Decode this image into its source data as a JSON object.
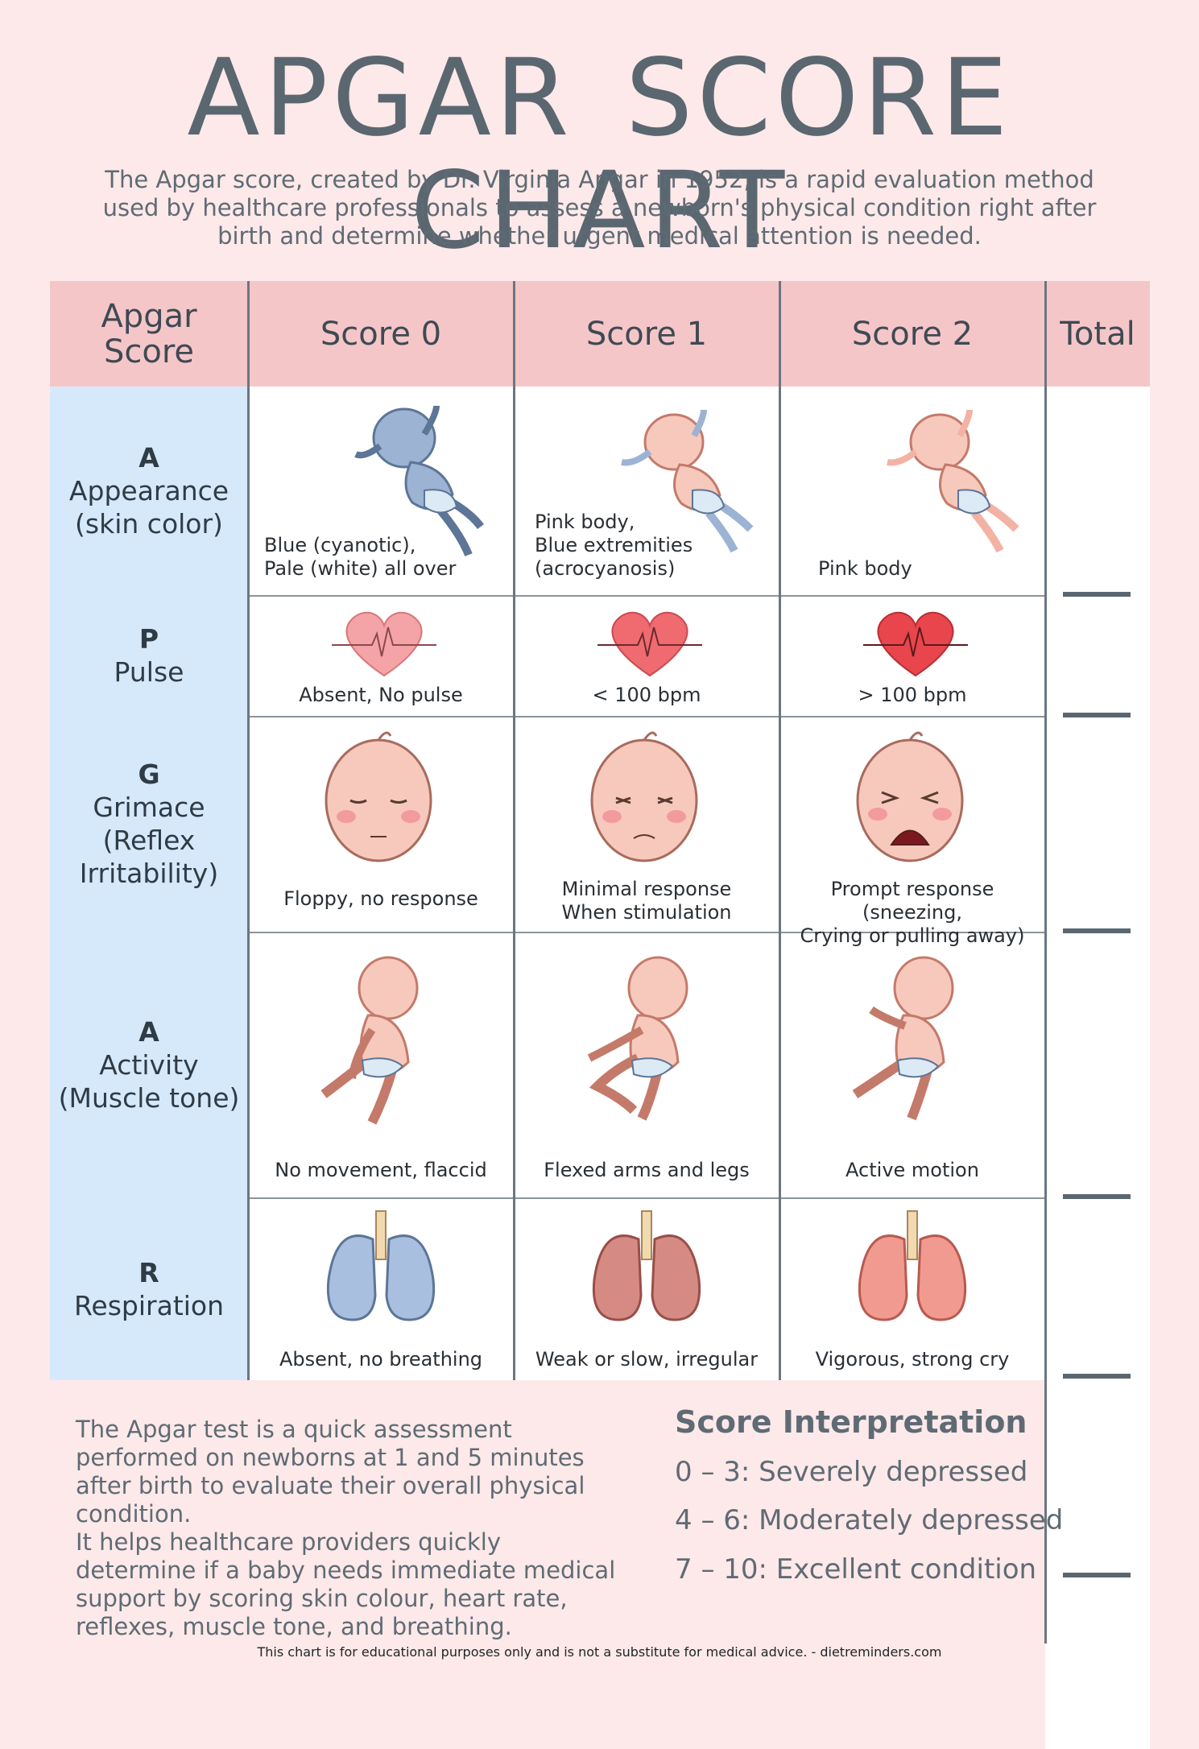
{
  "title": "APGAR SCORE CHART",
  "intro": "The Apgar score, created by Dr. Virginia Apgar in 1952, is a rapid evaluation method used by healthcare professionals to assess a newborn's physical condition right after birth and determine whether urgent medical attention is needed.",
  "table": {
    "headers": [
      "Apgar\nScore",
      "Score 0",
      "Score 1",
      "Score 2",
      "Total"
    ],
    "rows": [
      {
        "letter": "A",
        "label": "Appearance\n(skin color)",
        "desc": [
          "Blue (cyanotic),\nPale (white) all over",
          "Pink body,\nBlue extremities\n(acrocyanosis)",
          "Pink body"
        ]
      },
      {
        "letter": "P",
        "label": "Pulse",
        "desc": [
          "Absent, No pulse",
          "< 100 bpm",
          "> 100 bpm"
        ]
      },
      {
        "letter": "G",
        "label": "Grimace\n(Reflex\nIrritability)",
        "desc": [
          "Floppy, no response",
          "Minimal response\nWhen stimulation",
          "Prompt response (sneezing,\nCrying or pulling away)"
        ]
      },
      {
        "letter": "A",
        "label": "Activity\n(Muscle tone)",
        "desc": [
          "No movement, flaccid",
          "Flexed arms and legs",
          "Active motion"
        ]
      },
      {
        "letter": "R",
        "label": "Respiration",
        "desc": [
          "Absent, no breathing",
          "Weak or slow, irregular",
          "Vigorous, strong cry"
        ]
      }
    ]
  },
  "bottom_text": "The Apgar test is a quick assessment performed on newborns at 1 and 5 minutes after birth to evaluate their overall physical condition.\nIt helps healthcare providers quickly determine if a baby needs immediate medical support by scoring skin colour, heart rate, reflexes, muscle tone, and breathing.",
  "interpretation": {
    "title": "Score Interpretation",
    "items": [
      "0 – 3: Severely depressed",
      "4 – 6: Moderately depressed",
      "7 – 10: Excellent condition"
    ]
  },
  "footer": "This chart is for educational purposes only and is not a substitute for medical advice.  -  dietreminders.com",
  "colors": {
    "background": "#fde9e9",
    "header": "#f5c6c8",
    "row_header": "#d6e9fb",
    "text": "#5b6770",
    "skin": "#f7c9bd",
    "cyanotic": "#9db3d4",
    "heart_pale": "#f4a3a6",
    "heart_mid": "#ef6b70",
    "heart_strong": "#e8454c"
  },
  "icons": [
    "baby-blue-icon",
    "baby-acrocyanosis-icon",
    "baby-pink-icon",
    "heart-icon",
    "baby-face-icon",
    "baby-sitting-icon",
    "lungs-icon"
  ]
}
